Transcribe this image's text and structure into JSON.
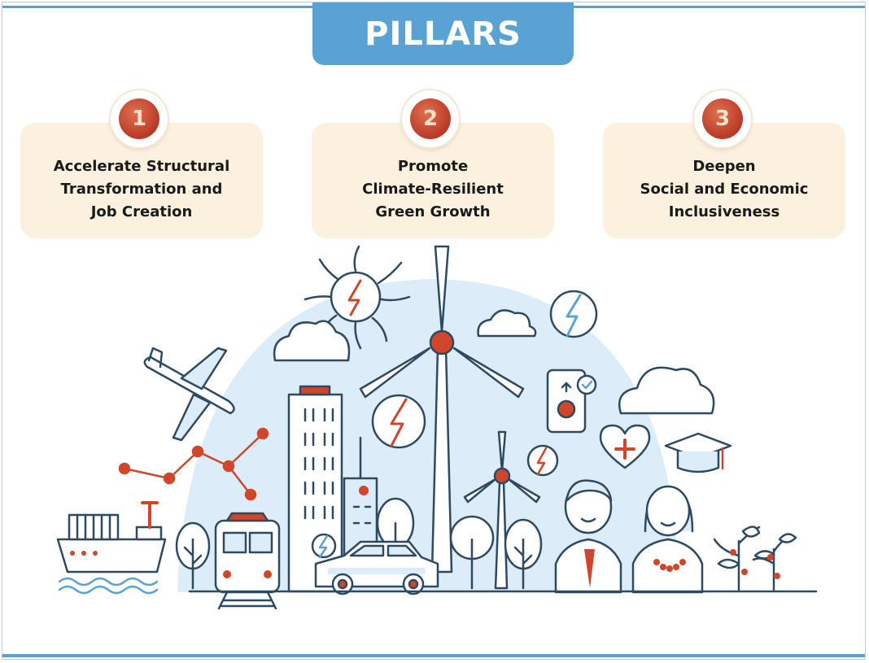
{
  "title": "PILLARS",
  "pillars": [
    {
      "number": "1",
      "lines": [
        "Accelerate Structural",
        "Transformation and",
        "Job Creation"
      ]
    },
    {
      "number": "2",
      "lines": [
        "Promote",
        "Climate-Resilient",
        "Green Growth"
      ]
    },
    {
      "number": "3",
      "lines": [
        "Deepen",
        "Social and Economic",
        "Inclusiveness"
      ]
    }
  ],
  "colors": {
    "accent_blue": "#5aa1d4",
    "accent_red": "#d0462b",
    "card_bg": "#fbf1de",
    "light_blue": "#dcecf8"
  }
}
